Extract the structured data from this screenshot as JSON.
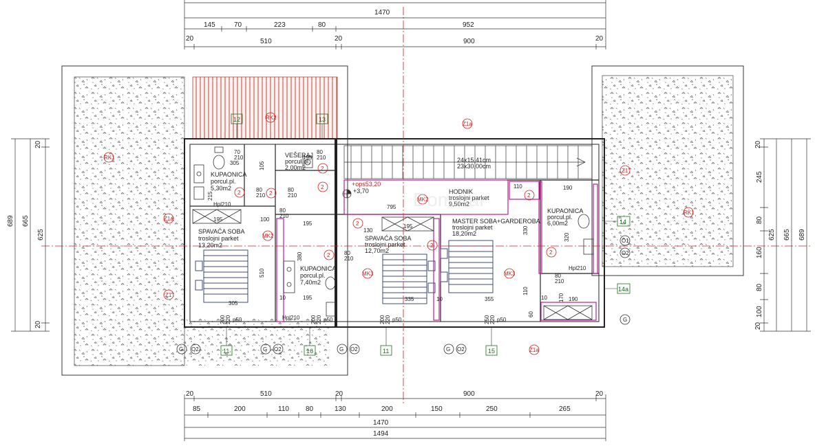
{
  "dims_top": {
    "overall": "1470",
    "segments_a": [
      "145",
      "70",
      "223",
      "80",
      "952"
    ],
    "segments_b": [
      "20",
      "510",
      "20",
      "900",
      "20"
    ]
  },
  "dims_bottom": {
    "segments_a": [
      "20",
      "510",
      "20",
      "900",
      "20"
    ],
    "segments_b": [
      "85",
      "200",
      "110",
      "80",
      "130",
      "200",
      "150",
      "250",
      "265"
    ],
    "overall_inner": "1470",
    "overall": "1494"
  },
  "dims_left": {
    "chain": [
      "20",
      "625",
      "20"
    ],
    "total_a": "665",
    "total_b": "689"
  },
  "dims_right": {
    "chain": [
      "20",
      "245",
      "80",
      "160",
      "80",
      "100",
      "20"
    ],
    "total_a": "625",
    "total_b": "665",
    "total_c": "689"
  },
  "rooms": {
    "kupaonica1": {
      "name": "KUPAONICA",
      "floor": "porcul.pl.",
      "area": "5,30m2"
    },
    "vesera": {
      "name": "VEŠERAJ",
      "floor": "porcul.pl.",
      "area": "2,00m2"
    },
    "spavaca1": {
      "name": "SPAVAĆA SOBA",
      "floor": "troslojni parket",
      "area": "13,20m2"
    },
    "kupaonica2": {
      "name": "KUPAONICA",
      "floor": "porcul.pl.",
      "area": "7,40m2"
    },
    "spavaca2": {
      "name": "SPAVAĆA SOBA",
      "floor": "troslojni parket",
      "area": "12,70m2"
    },
    "hodnik": {
      "name": "HODNIK",
      "floor": "troslojni parket",
      "area": "9,50m2"
    },
    "master": {
      "name": "MASTER SOBA+GARDEROBA",
      "floor": "troslojni parket",
      "area": "18,20m2"
    },
    "kupaonica3": {
      "name": "KUPAONICA",
      "floor": "porcul.pl.",
      "area": "6,00m2"
    }
  },
  "stairs": {
    "line1": "24x15,41cm",
    "line2": "23x30,00cm"
  },
  "elevation": {
    "label": "+ops53,20",
    "value": "+3,70"
  },
  "inner_dims": [
    "305",
    "105",
    "215",
    "195",
    "195",
    "100",
    "510",
    "305",
    "195",
    "380",
    "195",
    "795",
    "130",
    "195",
    "330",
    "355",
    "110",
    "170",
    "190",
    "190",
    "320",
    "335",
    "60",
    "10",
    "10",
    "10"
  ],
  "opening_labels": [
    "70",
    "210",
    "80",
    "210",
    "80",
    "210",
    "80",
    "210",
    "80",
    "210",
    "80",
    "210",
    "80",
    "210",
    "110",
    "Hpl210",
    "Hpl210",
    "Hpl210",
    "200",
    "220",
    "p50",
    "200",
    "220",
    "p50",
    "200",
    "220",
    "p50",
    "250",
    "220",
    "p50"
  ],
  "marks": {
    "z1a": "Z1a",
    "z1": "Z1",
    "rk1": "RK1",
    "rk2": "RK2",
    "mk2": "MK2",
    "mk3": "MK3",
    "two": "2",
    "g": "G",
    "o1": "O1",
    "o2": "O2"
  },
  "window_codes": [
    "12",
    "13",
    "14",
    "14a",
    "11",
    "16",
    "11",
    "15"
  ],
  "watermark": "Dominar"
}
